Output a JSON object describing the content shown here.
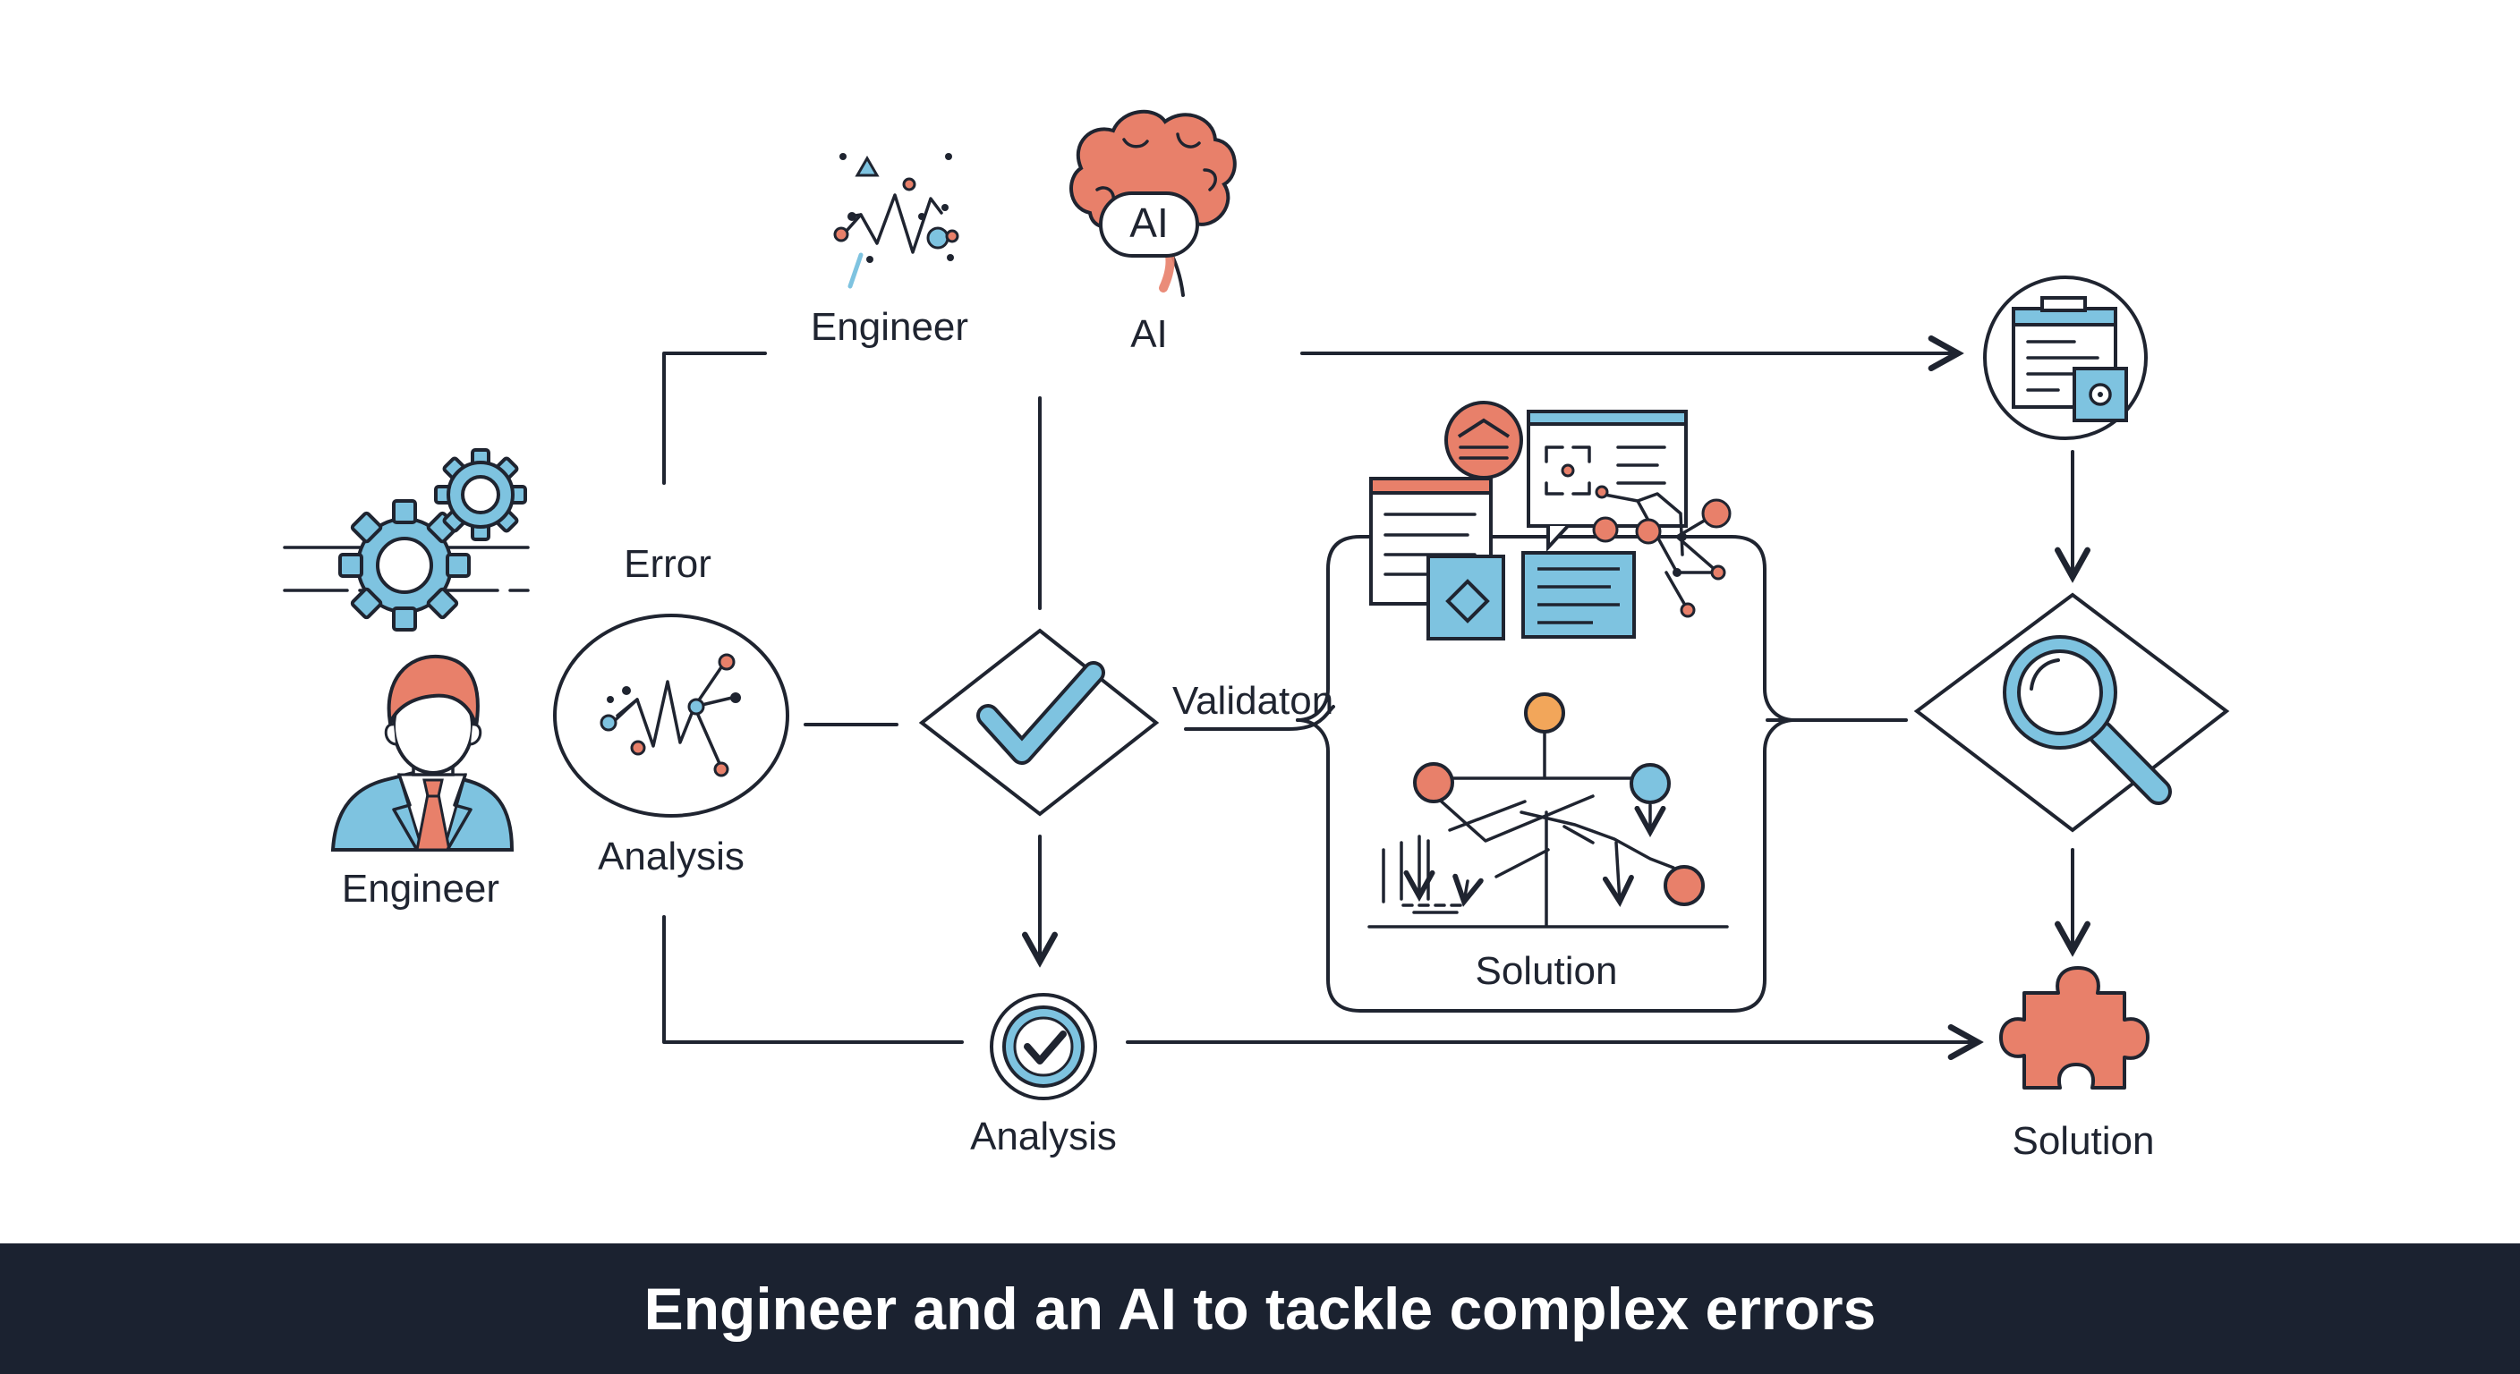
{
  "labels": {
    "engineer_top": "Engineer",
    "ai": "AI",
    "ai_badge": "AI",
    "error": "Error",
    "analysis_left": "Analysis",
    "engineer_left": "Engineer",
    "validation": "Validaton",
    "solution_box": "Solution",
    "analysis_bottom": "Analysis",
    "solution_right": "Solution"
  },
  "caption": "Engineer and an AI to tackle complex errors",
  "colors": {
    "blue": "#7ec3e0",
    "coral": "#e8806a",
    "orange": "#f2a65a",
    "ink": "#1f2430",
    "caption_bg": "#1b2230"
  },
  "icons": [
    "gears-icon",
    "engineer-avatar-icon",
    "network-spark-icon",
    "ai-brain-icon",
    "analysis-network-icon",
    "checkmark-diamond-icon",
    "document-cluster-icon",
    "flowchart-icon",
    "clipboard-lock-icon",
    "magnifier-diamond-icon",
    "check-circle-icon",
    "puzzle-piece-icon"
  ]
}
